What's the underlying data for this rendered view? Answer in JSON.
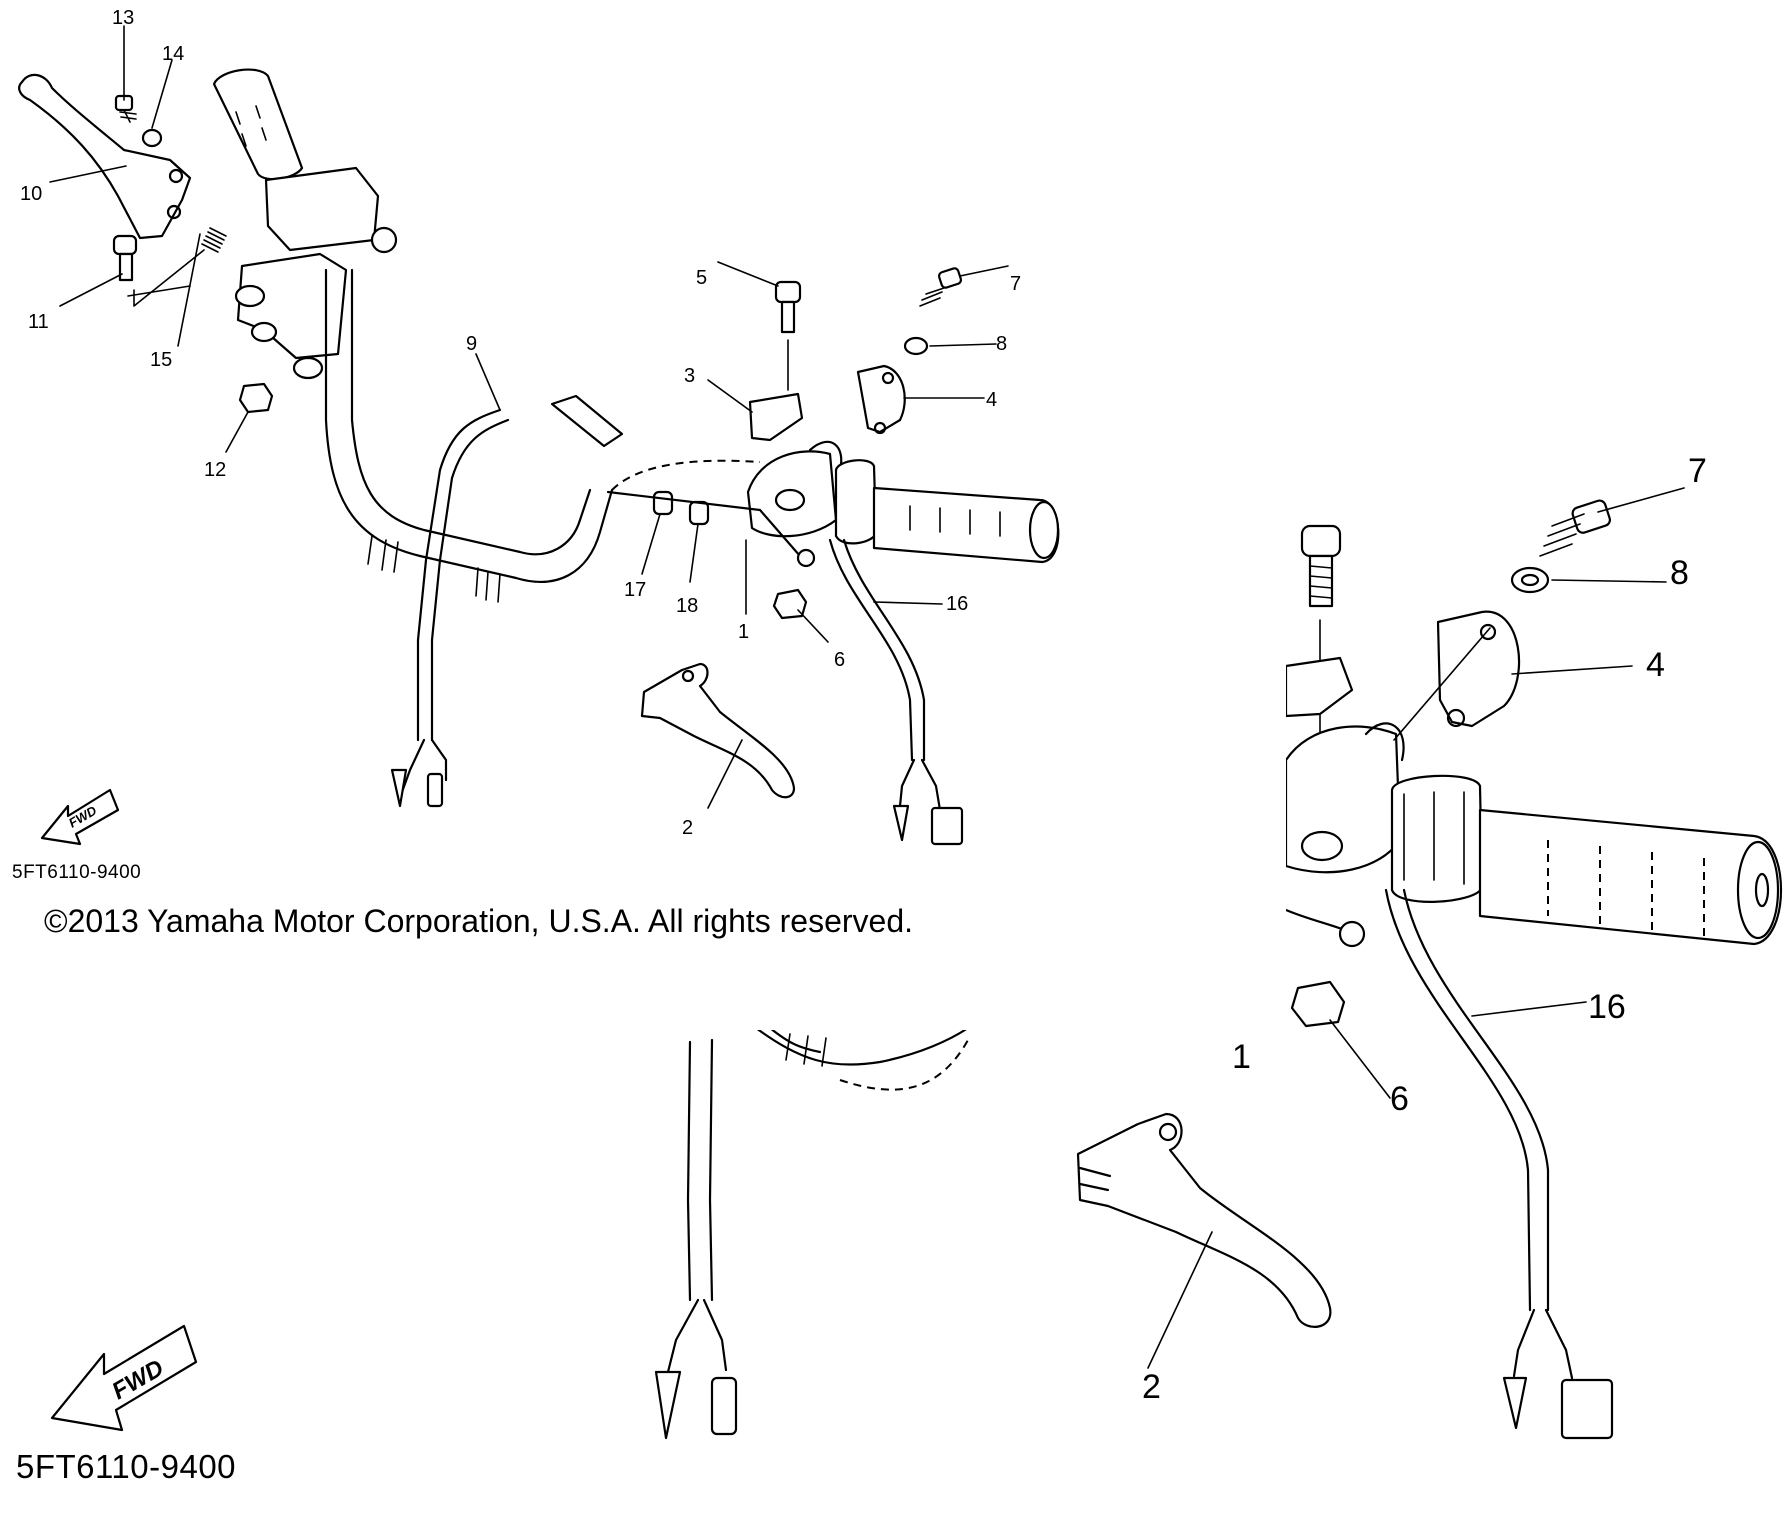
{
  "diagram": {
    "part_labels_small": [
      "13",
      "14",
      "10",
      "11",
      "15",
      "12",
      "9",
      "5",
      "7",
      "8",
      "3",
      "4",
      "17",
      "18",
      "1",
      "6",
      "16",
      "2"
    ],
    "part_labels_large": [
      "7",
      "8",
      "4",
      "16",
      "6",
      "1",
      "2"
    ],
    "fwd_label": "FWD",
    "part_code_small": "5FT6110-9400",
    "part_code_large": "5FT6110-9400",
    "copyright": "©2013 Yamaha Motor Corporation, U.S.A. All rights reserved."
  }
}
